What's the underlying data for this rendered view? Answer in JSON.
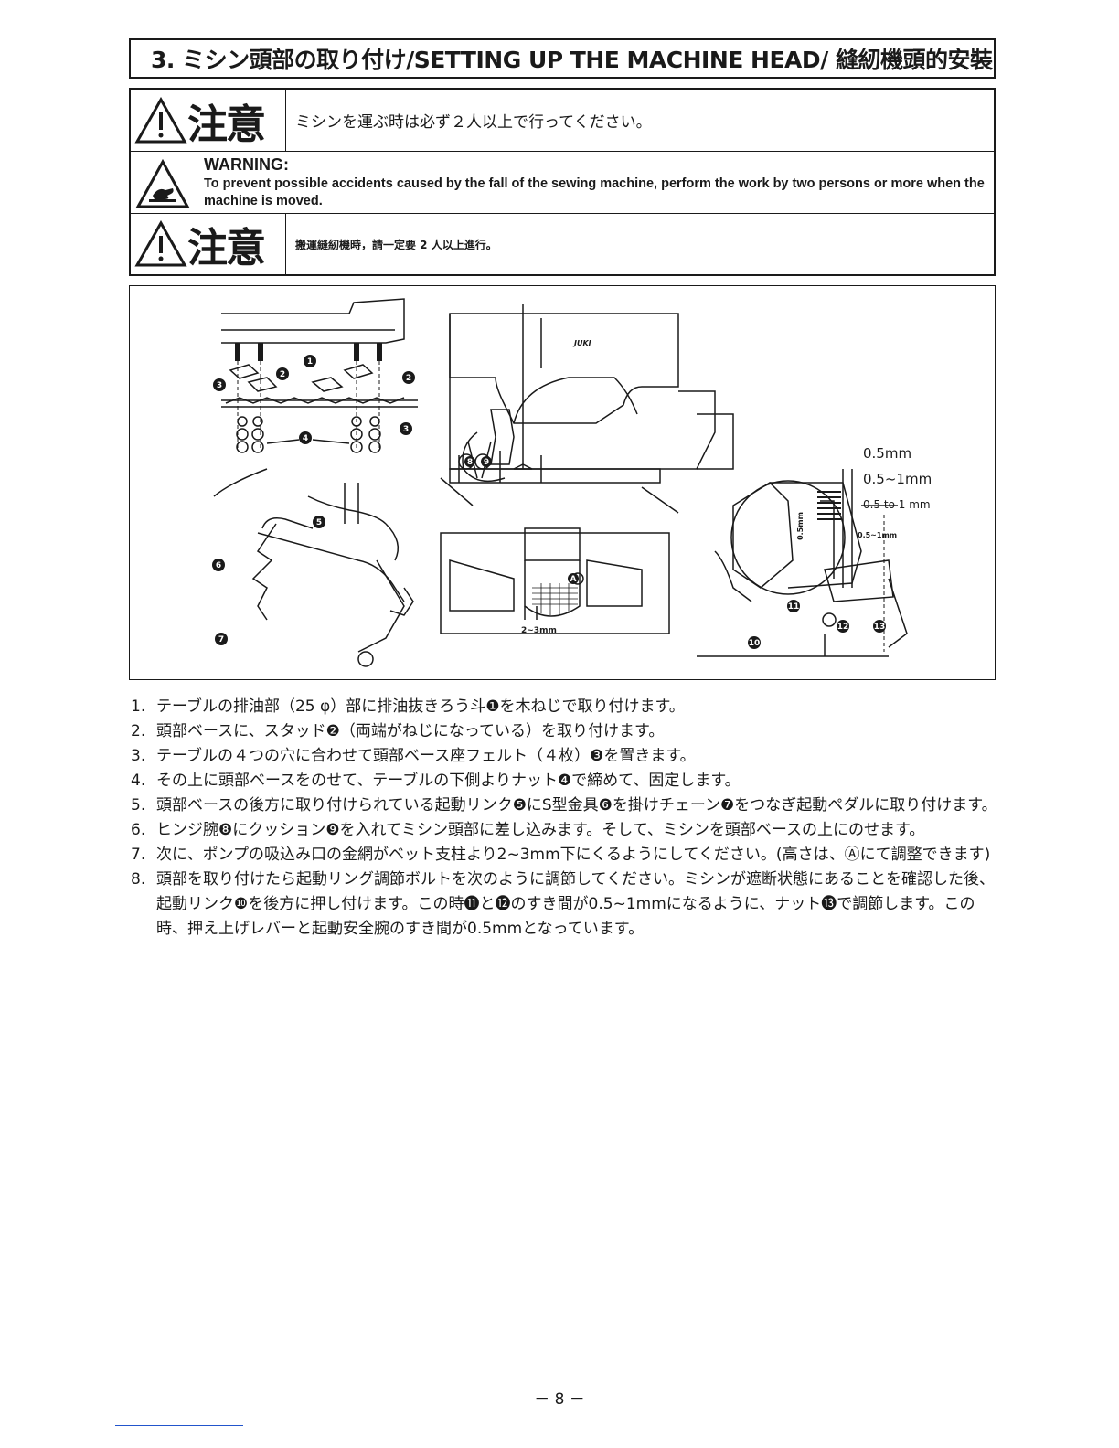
{
  "header": {
    "title": "3. ミシン頭部の取り付け/SETTING UP THE MACHINE HEAD/ 縫紉機頭的安裝"
  },
  "caution": {
    "jp_symbol": "注意",
    "jp_text": "ミシンを運ぶ時は必ず２人以上で行ってください。",
    "warning_title": "WARNING:",
    "warning_text": "To prevent possible accidents caused by the fall of the sewing machine, perform the work by two persons or more when the machine is moved.",
    "cn_symbol": "注意",
    "cn_text": "搬運縫紉機時，請一定要 2 人以上進行。"
  },
  "figure": {
    "labels": {
      "l1": "0.5mm",
      "l2": "0.5~1mm",
      "l3": "0.5 to 1 mm",
      "l4": "2~3mm",
      "l5": "0.5~1mm",
      "l6": "0.5mm",
      "brand": "JUKI"
    }
  },
  "steps": [
    {
      "num": "1.",
      "text": "テーブルの排油部（25 φ）部に排油抜きろう斗❶を木ねじで取り付けます。"
    },
    {
      "num": "2.",
      "text": "頭部ベースに、スタッド❷（両端がねじになっている）を取り付けます。"
    },
    {
      "num": "3.",
      "text": "テーブルの４つの穴に合わせて頭部ベース座フェルト（４枚）❸を置きます。"
    },
    {
      "num": "4.",
      "text": "その上に頭部ベースをのせて、テーブルの下側よりナット❹で締めて、固定します。"
    },
    {
      "num": "5.",
      "text": "頭部ベースの後方に取り付けられている起動リンク❺にS型金具❻を掛けチェーン❼をつなぎ起動ペダルに取り付けます。"
    },
    {
      "num": "6.",
      "text": "ヒンジ腕❽にクッション❾を入れてミシン頭部に差し込みます。そして、ミシンを頭部ベースの上にのせます。"
    },
    {
      "num": "7.",
      "text": "次に、ポンプの吸込み口の金網がベット支柱より2~3mm下にくるようにしてください。(高さは、Ⓐにて調整できます)"
    },
    {
      "num": "8.",
      "text": "頭部を取り付けたら起動リング調節ボルトを次のように調節してください。ミシンが遮断状態にあることを確認した後、起動リンク❿を後方に押し付けます。この時⓫と⓬のすき間が0.5~1mmになるように、ナット⓭で調節します。この時、押え上げレバーと起動安全腕のすき間が0.5mmとなっています。"
    }
  ],
  "footer": {
    "page": "－ 8 －"
  }
}
